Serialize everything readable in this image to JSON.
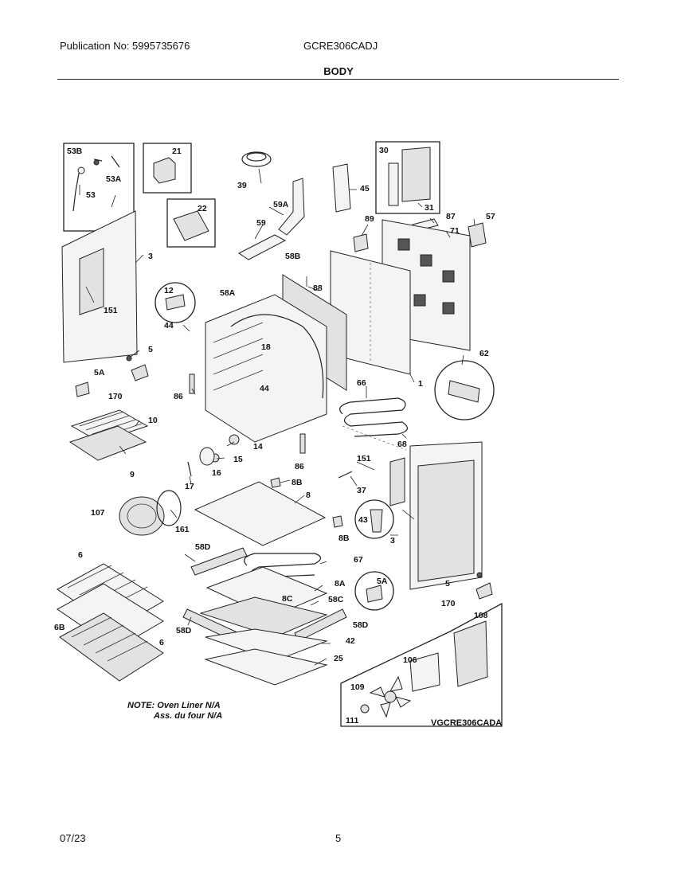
{
  "header": {
    "publication": "Publication No: 5995735676",
    "model": "GCRE306CADJ",
    "section_title": "BODY"
  },
  "footer": {
    "date": "07/23",
    "page": "5"
  },
  "diagram": {
    "note_line1": "NOTE: Oven Liner N/A",
    "note_line2": "Ass. du four N/A",
    "figure_code": "VGCRE306CADA",
    "labels": {
      "l53b": "53B",
      "l53a": "53A",
      "l53": "53",
      "l21": "21",
      "l22": "22",
      "l39": "39",
      "l45": "45",
      "l30": "30",
      "l31": "31",
      "l87": "87",
      "l57": "57",
      "l71": "71",
      "l89": "89",
      "l59a": "59A",
      "l59": "59",
      "l58b": "58B",
      "l88": "88",
      "l58a": "58A",
      "l3a": "3",
      "l151a": "151",
      "l12": "12",
      "l44a": "44",
      "l18": "18",
      "l5a": "5",
      "l5aa": "5A",
      "l170a": "170",
      "l86a": "86",
      "l44b": "44",
      "l62": "62",
      "l1": "1",
      "l66": "66",
      "l68": "68",
      "l10": "10",
      "l9": "9",
      "l14": "14",
      "l15": "15",
      "l16": "16",
      "l17": "17",
      "l86b": "86",
      "l151b": "151",
      "l37": "37",
      "l8b1": "8B",
      "l8": "8",
      "l43": "43",
      "l8b2": "8B",
      "l3b": "3",
      "l107": "107",
      "l161": "161",
      "l6a": "6",
      "l58d1": "58D",
      "l67": "67",
      "l8a": "8A",
      "l8c": "8C",
      "l58c": "58C",
      "l58d2": "58D",
      "l58d3": "58D",
      "l42": "42",
      "l25": "25",
      "l6b": "6B",
      "l6c": "6",
      "l5b": "5",
      "l5ab": "5A",
      "l170b": "170",
      "l108": "108",
      "l106": "106",
      "l109": "109",
      "l111": "111"
    }
  }
}
